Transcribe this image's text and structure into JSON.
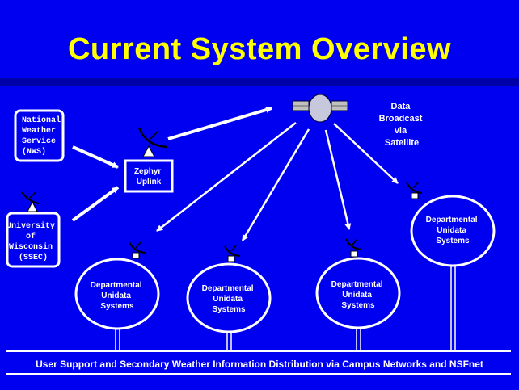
{
  "title": "Current System Overview",
  "colors": {
    "background": "#0000f0",
    "title": "#ffff00",
    "band": "#0000a8",
    "foreground": "#ffffff"
  },
  "sources": {
    "nws": [
      "National",
      "Weather",
      "Service",
      "(NWS)"
    ],
    "ssec": [
      "University",
      "of",
      "Wisconsin",
      "(SSEC)"
    ]
  },
  "uplink": [
    "Zephyr",
    "Uplink"
  ],
  "satellite_note": [
    "Data",
    "Broadcast",
    "via",
    "Satellite"
  ],
  "departments": [
    [
      "Departmental",
      "Unidata",
      "Systems"
    ],
    [
      "Departmental",
      "Unidata",
      "Systems"
    ],
    [
      "Departmental",
      "Unidata",
      "Systems"
    ],
    [
      "Departmental",
      "Unidata",
      "Systems"
    ]
  ],
  "footer": "User Support  and Secondary Weather Information Distribution via  Campus Networks and NSFnet",
  "icons": {
    "satellite": "satellite-icon",
    "dish": "satellite-dish-icon"
  }
}
